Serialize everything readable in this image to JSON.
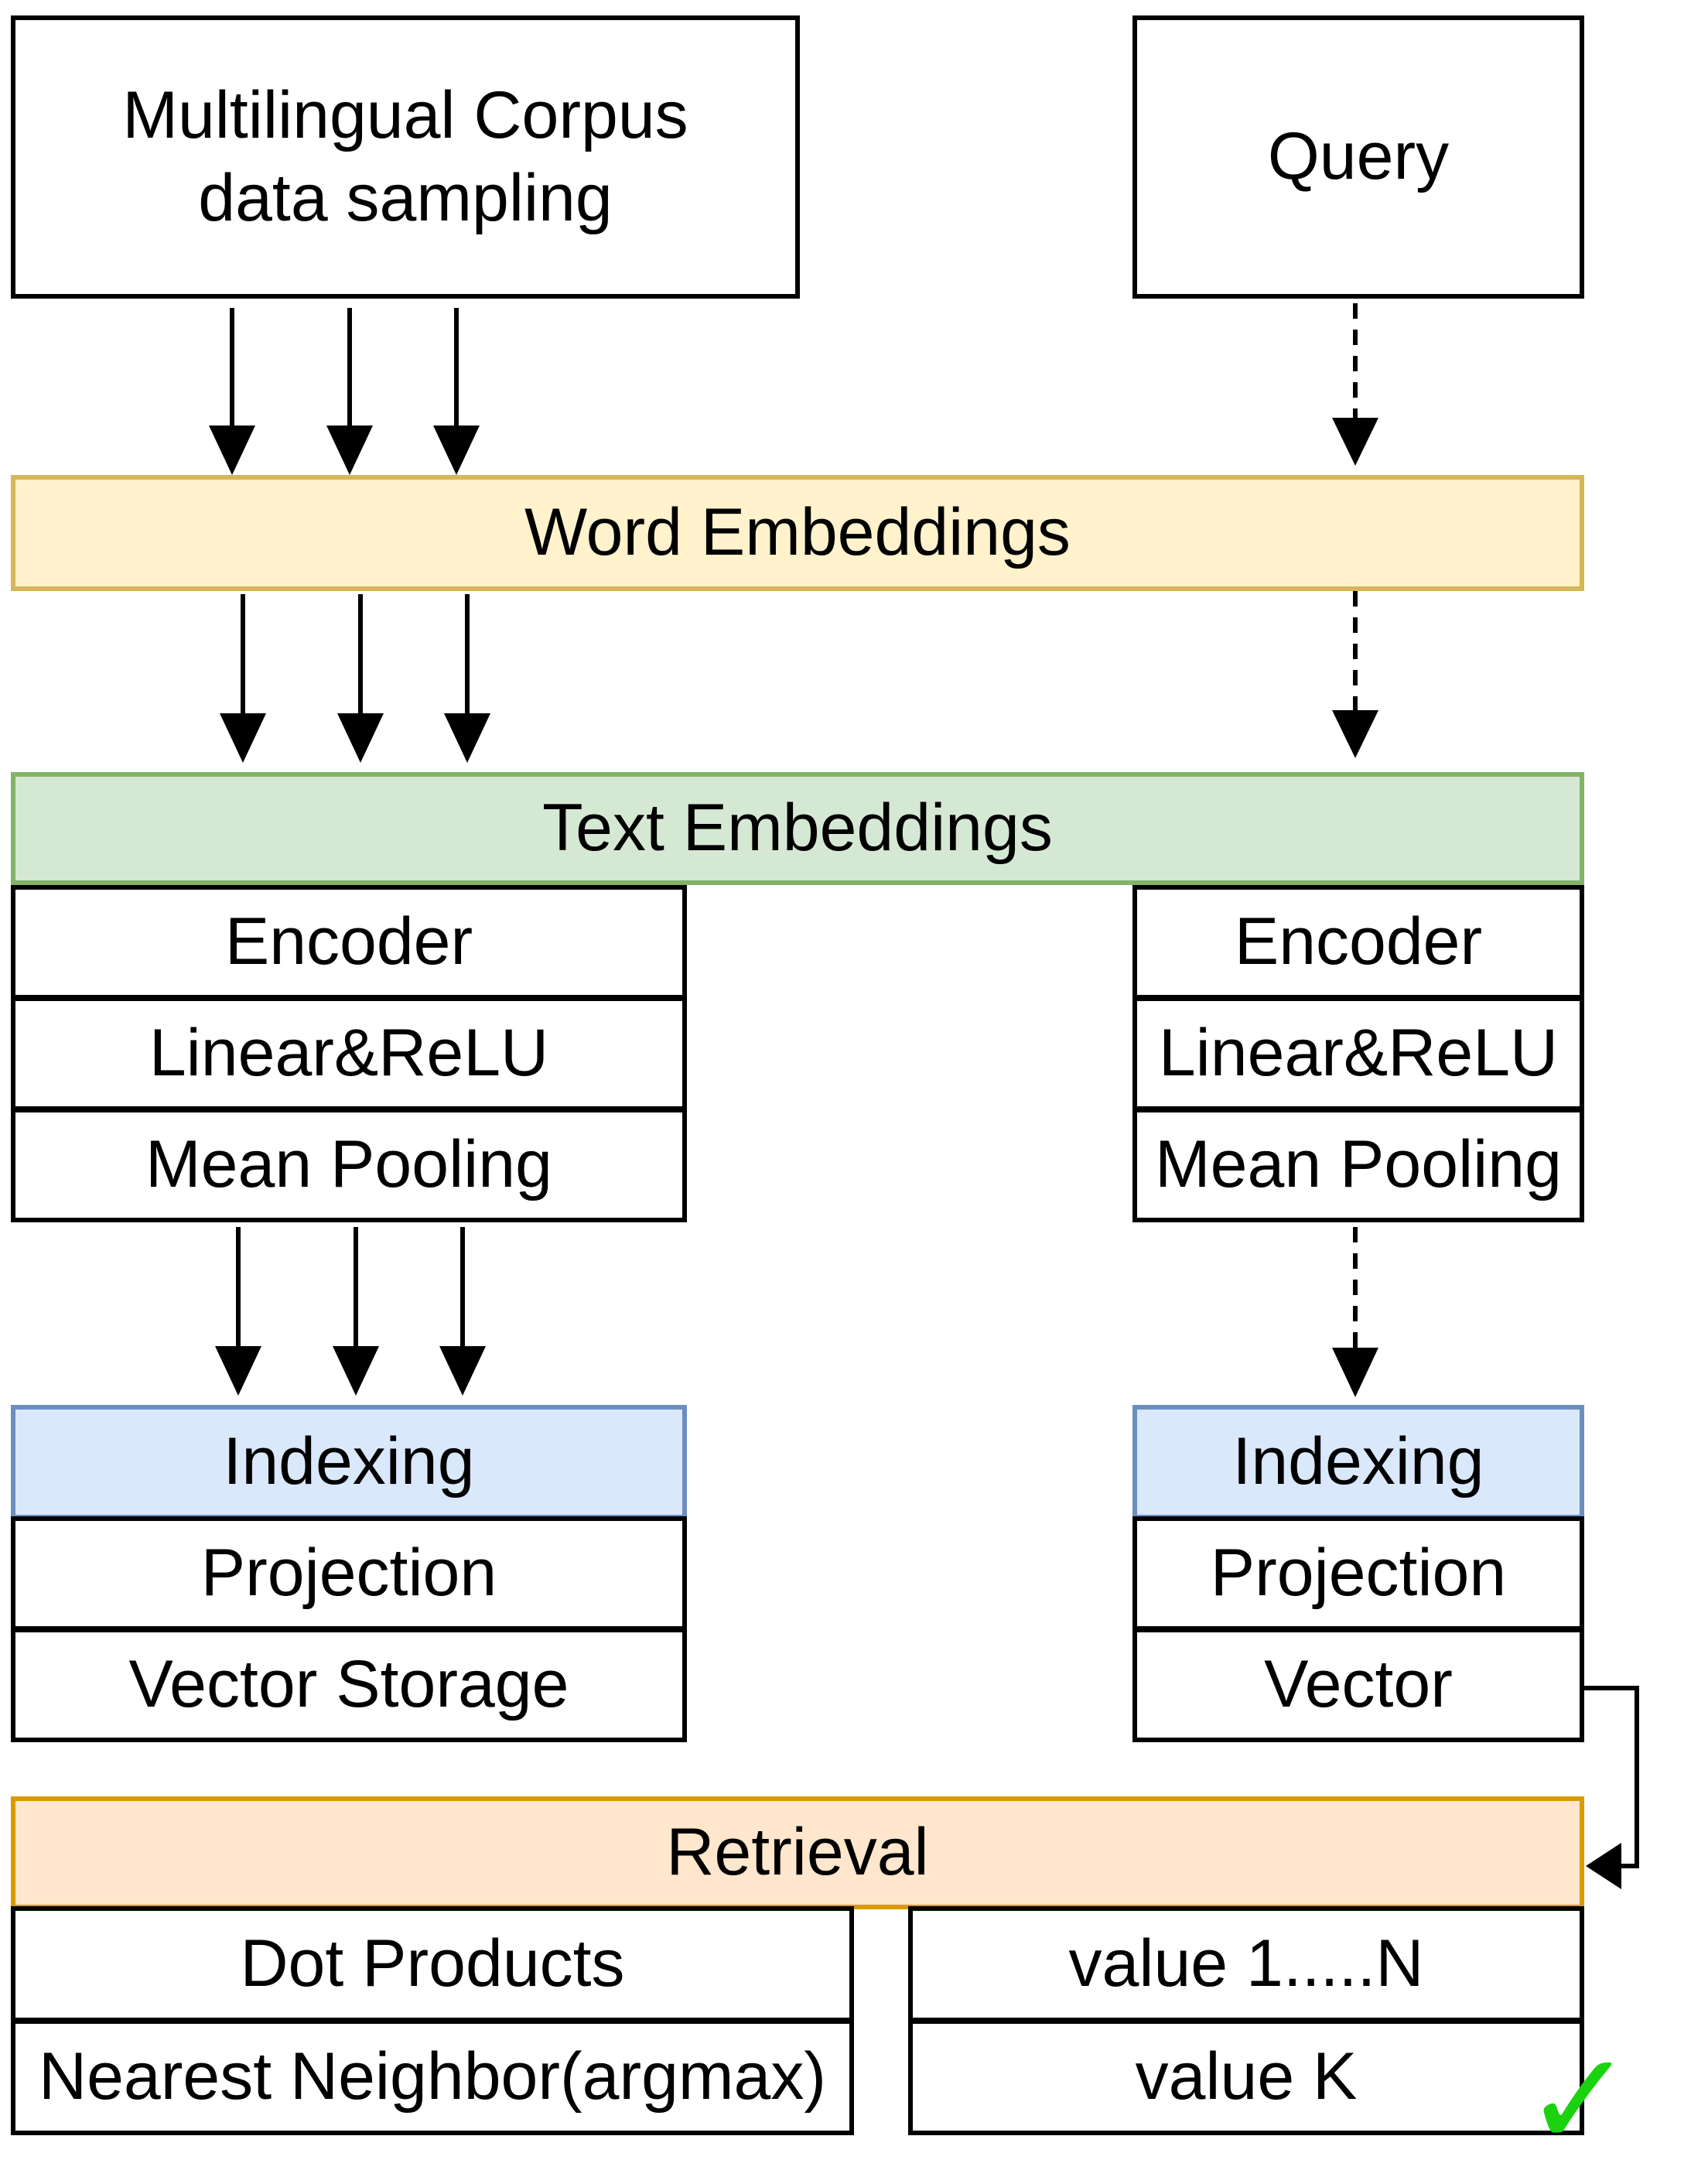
{
  "corpus": {
    "line1": "Multilingual Corpus",
    "line2": "data sampling"
  },
  "query": {
    "label": "Query"
  },
  "word_embeddings": {
    "label": "Word Embeddings"
  },
  "text_embeddings": {
    "label": "Text Embeddings"
  },
  "left_encoder": {
    "encoder": "Encoder",
    "linear": "Linear&ReLU",
    "pooling": "Mean Pooling"
  },
  "right_encoder": {
    "encoder": "Encoder",
    "linear": "Linear&ReLU",
    "pooling": "Mean Pooling"
  },
  "left_indexing": {
    "indexing": "Indexing",
    "projection": "Projection",
    "storage": "Vector Storage"
  },
  "right_indexing": {
    "indexing": "Indexing",
    "projection": "Projection",
    "vector": "Vector"
  },
  "retrieval": {
    "label": "Retrieval",
    "dot_products": "Dot Products",
    "nearest": "Nearest Neighbor(argmax)",
    "values": "value 1.....N",
    "value_k": "value K"
  },
  "colors": {
    "word_embeddings": "#fff2cc",
    "text_embeddings": "#d5e8d4",
    "indexing": "#dae8fc",
    "retrieval": "#ffe6cc",
    "check": "#1bd20f"
  },
  "icons": {
    "check": "check-icon"
  }
}
